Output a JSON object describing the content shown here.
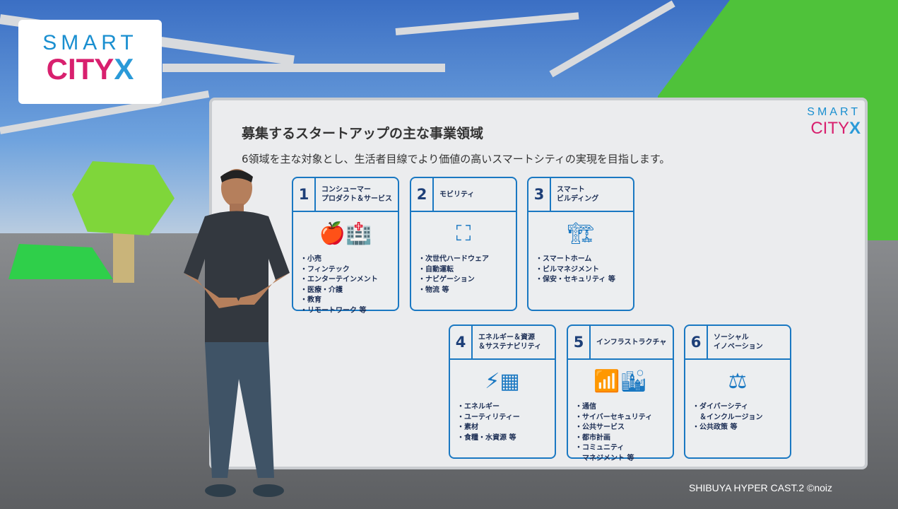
{
  "logo": {
    "line1": "SMART",
    "line2": "CITY",
    "mark": "X"
  },
  "slide": {
    "title": "募集するスタートアップの主な事業領域",
    "subtitle": "6領域を主な対象とし、生活者目線でより価値の高いスマートシティの実現を目指します。",
    "logo": {
      "line1": "SMART",
      "line2": "CITY",
      "mark": "X"
    },
    "cards": [
      {
        "num": "1",
        "name": "コンシューマー\nプロダクト＆サービス",
        "icon": "food-hospital-icon",
        "items": [
          "・小売",
          "・フィンテック",
          "・エンターテインメント",
          "・医療・介護",
          "・教育",
          "・リモートワーク 等"
        ]
      },
      {
        "num": "2",
        "name": "モビリティ",
        "icon": "drone-icon",
        "items": [
          "・次世代ハードウェア",
          "・自動運転",
          "・ナビゲーション",
          "・物流 等"
        ]
      },
      {
        "num": "3",
        "name": "スマート\nビルディング",
        "icon": "crane-building-icon",
        "items": [
          "・スマートホーム",
          "・ビルマネジメント",
          "・保安・セキュリティ 等"
        ]
      },
      {
        "num": "4",
        "name": "エネルギー＆資源\n＆サステナビリティ",
        "icon": "wind-solar-icon",
        "items": [
          "・エネルギー",
          "・ユーティリティー",
          "・素材",
          "・食糧・水資源 等"
        ]
      },
      {
        "num": "5",
        "name": "インフラストラクチャ",
        "icon": "city-signal-icon",
        "items": [
          "・通信",
          "・サイバーセキュリティ",
          "・公共サービス",
          "・都市計画",
          "・コミュニティ",
          "　マネジメント 等"
        ]
      },
      {
        "num": "6",
        "name": "ソーシャル\nイノベーション",
        "icon": "scales-icon",
        "items": [
          "・ダイバーシティ",
          "　＆インクルージョン",
          "・公共政策 等"
        ]
      }
    ]
  },
  "credit": "SHIBUYA HYPER CAST.2 ©noiz",
  "colors": {
    "accent_blue": "#1a78c2",
    "brand_pink": "#d8206e",
    "navy": "#1d3f78"
  }
}
